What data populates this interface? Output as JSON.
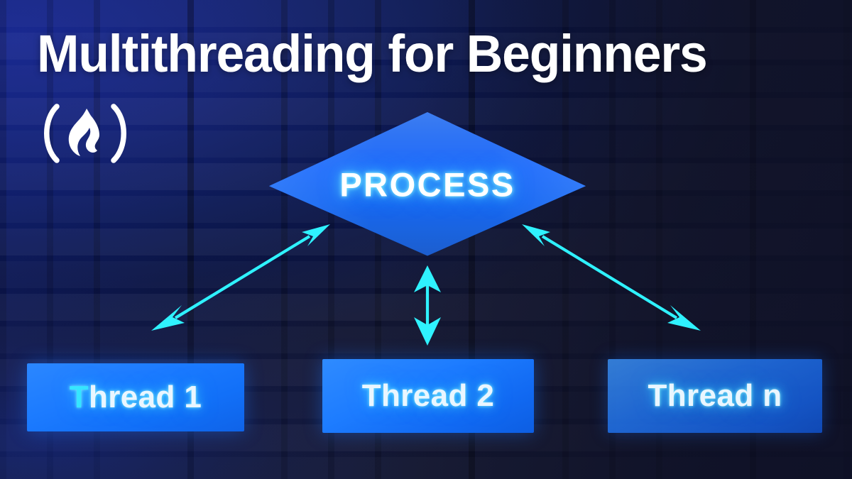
{
  "slide": {
    "title": "Multithreading for Beginners",
    "brand": {
      "name": "freeCodeCamp",
      "icon": "freecodecamp-flame-logo"
    },
    "background": {
      "pattern": "brick-wall",
      "color_left": "#142270",
      "color_right": "#171b36",
      "accent": "#1f6bfb"
    }
  },
  "diagram": {
    "type": "process-thread-relationship",
    "process": {
      "label": "PROCESS",
      "shape": "diamond",
      "fill": "#1f6bfb",
      "text_color": "#ffffff",
      "glow_color": "#5ae6ff"
    },
    "arrow_color": "#2ff2ff",
    "arrows": [
      {
        "name": "process-to-thread-1",
        "style": "double-headed",
        "direction": "diagonal-down-left"
      },
      {
        "name": "process-to-thread-2",
        "style": "double-headed",
        "direction": "vertical"
      },
      {
        "name": "process-to-thread-n",
        "style": "double-headed",
        "direction": "diagonal-down-right"
      }
    ],
    "threads": [
      {
        "label": "Thread 1",
        "highlight_char": "T",
        "fill": "#1c7bff"
      },
      {
        "label": "Thread 2",
        "highlight_char": "",
        "fill": "#1d7cff"
      },
      {
        "label": "Thread n",
        "highlight_char": "",
        "fill": "#237dff"
      }
    ]
  }
}
